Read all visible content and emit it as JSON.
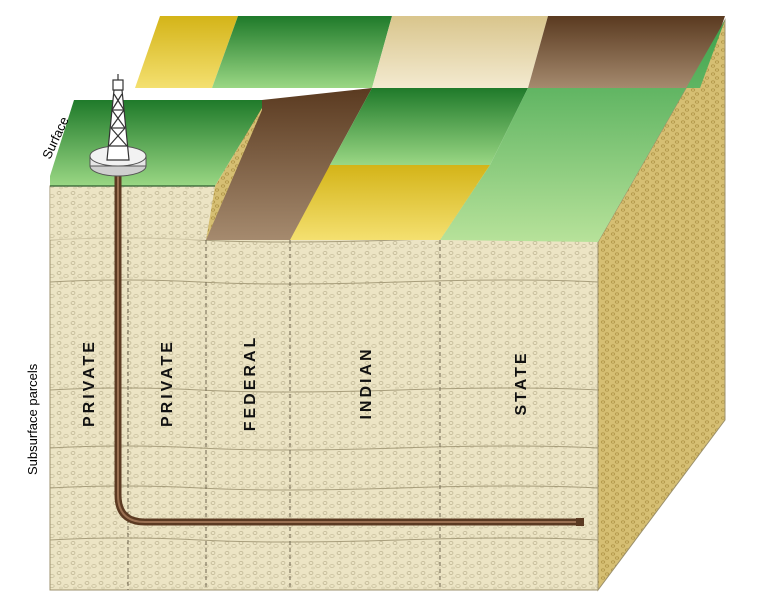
{
  "labels": {
    "surface": "Surface",
    "subsurface": "Subsurface parcels"
  },
  "parcels": [
    {
      "name": "PRIVATE"
    },
    {
      "name": "PRIVATE"
    },
    {
      "name": "FEDERAL"
    },
    {
      "name": "INDIAN"
    },
    {
      "name": "STATE"
    }
  ],
  "colors": {
    "rock_face": "#ece4c4",
    "rock_side": "#d9c27a",
    "green_dark": "#3c9a3c",
    "green_light": "#8fcf78",
    "yellow": "#f0d23c",
    "brown": "#6e4b2c",
    "tan": "#e8d9a8",
    "pipe": "#5b3a22"
  },
  "icons": {
    "derrick": "oil-derrick-icon"
  }
}
